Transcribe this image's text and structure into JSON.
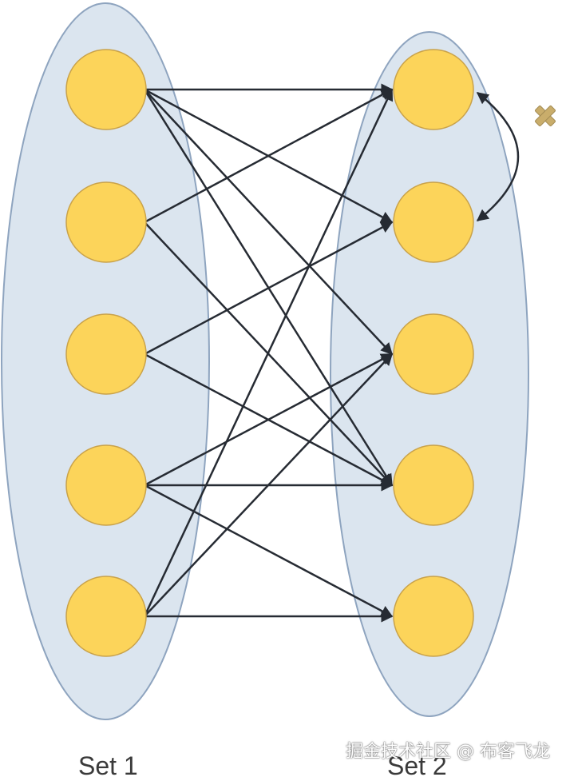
{
  "labels": {
    "set1": "Set 1",
    "set2": "Set 2"
  },
  "watermark": "掘金技术社区 @ 布客飞龙",
  "colors": {
    "set_fill": "#dbe5ef",
    "set_stroke": "#8ea4bf",
    "node_fill": "#fcd45a",
    "node_stroke": "#c9a24a",
    "edge": "#262b33",
    "cross_mark": "#c9ad6b"
  },
  "sets": {
    "set1": {
      "node_count": 5
    },
    "set2": {
      "node_count": 5
    }
  },
  "edges": [
    [
      1,
      1
    ],
    [
      1,
      2
    ],
    [
      1,
      3
    ],
    [
      1,
      4
    ],
    [
      2,
      1
    ],
    [
      2,
      4
    ],
    [
      3,
      2
    ],
    [
      3,
      4
    ],
    [
      4,
      3
    ],
    [
      4,
      4
    ],
    [
      4,
      5
    ],
    [
      5,
      1
    ],
    [
      5,
      3
    ],
    [
      5,
      5
    ]
  ],
  "forbidden_link": {
    "between_set2_nodes": [
      1,
      2
    ],
    "icon": "cross-icon"
  }
}
